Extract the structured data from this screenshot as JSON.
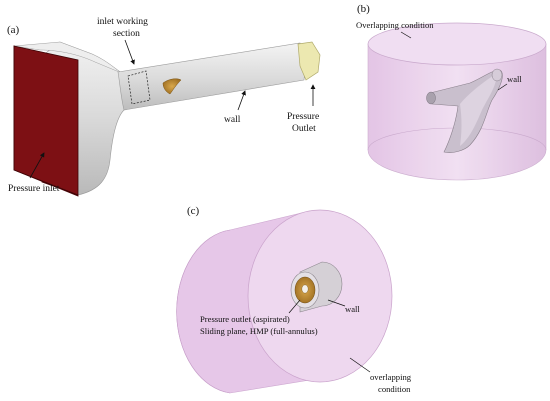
{
  "panel_a": {
    "label": "(a)",
    "inlet_working_section_line1": "inlet working",
    "inlet_working_section_line2": "section",
    "wall": "wall",
    "pressure_outlet_line1": "Pressure",
    "pressure_outlet_line2": "Outlet",
    "pressure_inlet": "Pressure inlet"
  },
  "panel_b": {
    "label": "(b)",
    "overlapping_condition": "Overlapping condition",
    "wall": "wall"
  },
  "panel_c": {
    "label": "(c)",
    "pressure_outlet": "Pressure  outlet (aspirated)",
    "sliding_plane": "Sliding plane, HMP (full-annulus)",
    "wall": "wall",
    "overlapping_line1": "overlapping",
    "overlapping_line2": "condition"
  },
  "colors": {
    "inlet_face": "#7a0e12",
    "duct_wall": "#d8d8d8",
    "outlet_face": "#ece8b0",
    "overlap_volume": "#e4c8e6",
    "engine_brown": "#b8822a"
  }
}
